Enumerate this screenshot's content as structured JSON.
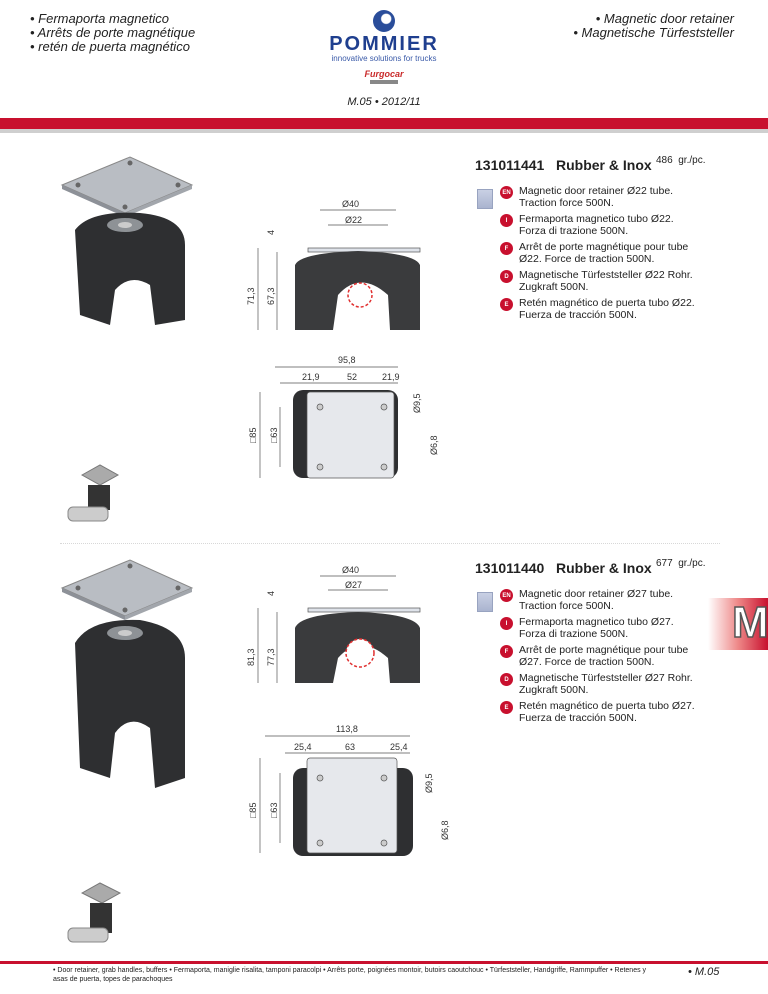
{
  "header": {
    "left_lines": [
      "• Fermaporta magnetico",
      "• Arrêts de porte magnétique",
      "• retén de puerta magnético"
    ],
    "right_lines": [
      "• Magnetic door retainer",
      "• Magnetische Türfeststeller"
    ],
    "brand": "POMMIER",
    "tagline": "innovative solutions for trucks",
    "sub_brand": "Furgocar",
    "edition": "M.05 • 2012/11"
  },
  "products": [
    {
      "code": "131011441",
      "material": "Rubber & Inox",
      "weight": "486",
      "weight_unit": "gr./pc.",
      "descriptions": [
        {
          "lang": "EN",
          "text": "Magnetic door retainer Ø22 tube. Traction force 500N."
        },
        {
          "lang": "I",
          "text": "Fermaporta magnetico tubo Ø22. Forza di trazione 500N."
        },
        {
          "lang": "F",
          "text": "Arrêt de porte magnétique pour tube Ø22. Force de traction 500N."
        },
        {
          "lang": "D",
          "text": "Magnetische Türfeststeller Ø22 Rohr. Zugkraft 500N."
        },
        {
          "lang": "E",
          "text": "Retén magnético de puerta tubo Ø22. Fuerza de tracción 500N."
        }
      ],
      "side_dims": {
        "outer": "Ø40",
        "inner": "Ø22",
        "plate": "4",
        "total": "71,3",
        "body": "67,3"
      },
      "top_dims": {
        "width": "95,8",
        "left": "21,9",
        "center": "52",
        "right": "21,9",
        "square": "□85",
        "square_inner": "□63",
        "hole": "Ø9,5",
        "hole2": "Ø6,8"
      }
    },
    {
      "code": "131011440",
      "material": "Rubber & Inox",
      "weight": "677",
      "weight_unit": "gr./pc.",
      "descriptions": [
        {
          "lang": "EN",
          "text": "Magnetic door retainer Ø27 tube. Traction force 500N."
        },
        {
          "lang": "I",
          "text": "Fermaporta magnetico tubo Ø27. Forza di trazione 500N."
        },
        {
          "lang": "F",
          "text": "Arrêt de porte magnétique pour tube Ø27. Force de traction 500N."
        },
        {
          "lang": "D",
          "text": "Magnetische Türfeststeller Ø27 Rohr. Zugkraft 500N."
        },
        {
          "lang": "E",
          "text": "Retén magnético de puerta tubo Ø27. Fuerza de tracción 500N."
        }
      ],
      "side_dims": {
        "outer": "Ø40",
        "inner": "Ø27",
        "plate": "4",
        "total": "81,3",
        "body": "77,3"
      },
      "top_dims": {
        "width": "113,8",
        "left": "25,4",
        "center": "63",
        "right": "25,4",
        "square": "□85",
        "square_inner": "□63",
        "hole": "Ø9,5",
        "hole2": "Ø6,8"
      }
    }
  ],
  "section_tab": "M",
  "footer": {
    "text": "• Door retainer, grab handles, buffers • Fermaporta, maniglie risalita, tamponi paracolpi • Arrêts porte, poignées montoir, butoirs caoutchouc • Türfeststeller, Handgriffe, Rammpuffer • Retenes y asas de puerta, topes de parachoques",
    "page": "• M.05"
  }
}
